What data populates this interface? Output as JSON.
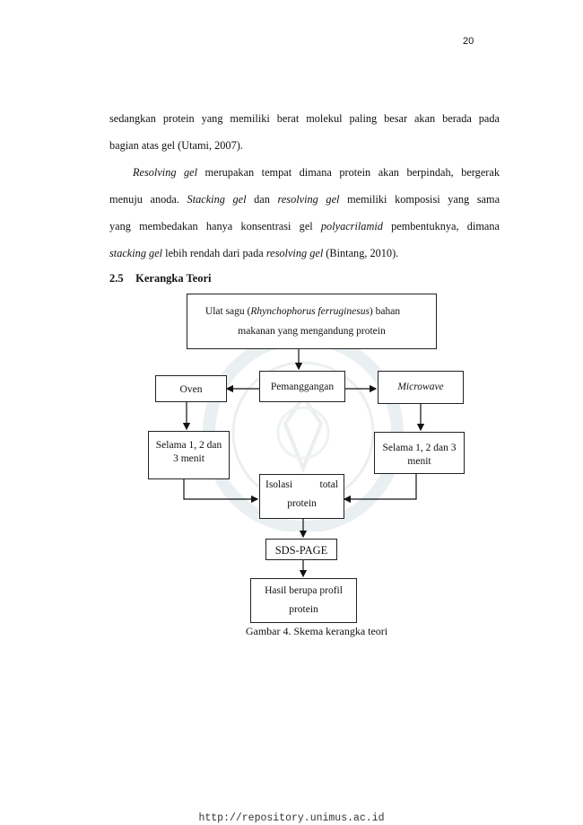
{
  "page_number": "20",
  "paragraph1": {
    "line1": "sedangkan protein yang memiliki berat molekul paling besar akan berada pada",
    "line2": "bagian atas gel (Utami, 2007)."
  },
  "paragraph2": {
    "line1_em": "Resolving gel",
    "line1_rest": " merupakan tempat dimana protein akan berpindah, bergerak",
    "line2_a": "menuju anoda. ",
    "line2_em1": "Stacking gel",
    "line2_b": " dan ",
    "line2_em2": "resolving gel",
    "line2_c": " memiliki komposisi yang sama",
    "line3_a": "yang membedakan hanya konsentrasi gel ",
    "line3_em": "polyacrilamid",
    "line3_b": " pembentuknya, dimana",
    "line4_em1": "stacking gel",
    "line4_b": " lebih rendah dari pada ",
    "line4_em2": "resolving gel",
    "line4_c": " (Bintang, 2010)."
  },
  "section": {
    "number": "2.5",
    "title": "Kerangka Teori"
  },
  "diagram": {
    "top": {
      "pre": "Ulat sagu (",
      "em": "Rhynchophorus ferruginesus",
      "post": ") bahan",
      "line2": "makanan yang mengandung protein"
    },
    "center": "Pemanggangan",
    "left": "Oven",
    "right": "Microwave",
    "left_time_line1": "Selama 1, 2 dan",
    "left_time_line2": "3 menit",
    "right_time_line1": "Selama 1, 2 dan 3",
    "right_time_line2": "menit",
    "isolation_line1": "Isolasi total",
    "isolation_line2": "protein",
    "sds": "SDS-PAGE",
    "result_line1": "Hasil berupa profil",
    "result_line2": "protein"
  },
  "caption": "Gambar 4. Skema kerangka teori",
  "footer": "http://repository.unimus.ac.id"
}
